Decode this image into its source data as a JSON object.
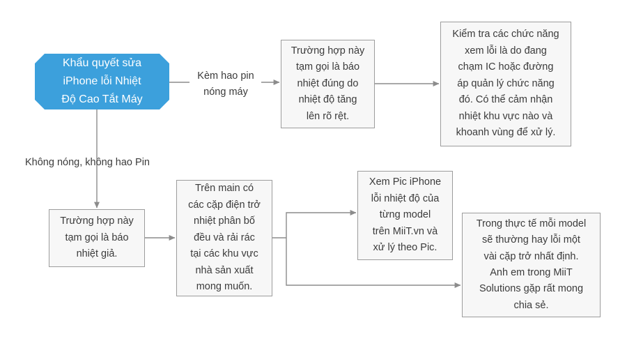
{
  "diagram": {
    "title": "Khau quyet sua iPhone loi Nhiet Do Cao Tat May",
    "background_color": "#ffffff",
    "accent_color": "#3ca0dc",
    "box_fill_color": "#f7f7f7",
    "box_border_color": "#9c9c9c",
    "text_color": "#3b3b3b",
    "connector_color": "#8c8c8c"
  },
  "nodes": {
    "start": {
      "shape": "octagon",
      "text": "Khẩu quyết sửa\niPhone lỗi Nhiệt\nĐộ Cao Tắt Máy"
    },
    "bao_nhiet_dung": {
      "shape": "rectangle",
      "text": "Trường hợp này\ntạm gọi là báo\nnhiệt đúng do\nnhiệt độ tăng\nlên rõ rệt."
    },
    "kiem_tra_chuc_nang": {
      "shape": "rectangle",
      "text": "Kiểm tra các chức năng\nxem lỗi là do đang\nchạm IC hoặc đường\náp quản lý chức năng\nđó. Có thể cảm nhận\nnhiệt khu vực nào và\nkhoanh vùng để xử lý."
    },
    "bao_nhiet_gia": {
      "shape": "rectangle",
      "text": "Trường hợp này\ntạm gọi là báo\nnhiệt giả."
    },
    "tren_main": {
      "shape": "rectangle",
      "text": "Trên main có\ncác cặp điện trở\nnhiệt phân bố\nđều và rải rác\ntại các khu vực\nnhà sản xuất\nmong muốn."
    },
    "xem_pic": {
      "shape": "rectangle",
      "text": "Xem Pic iPhone\nlỗi nhiệt độ của\ntừng model\ntrên MiiT.vn và\nxử lý theo Pic."
    },
    "trong_thuc_te": {
      "shape": "rectangle",
      "text": "Trong thực tế mỗi model\nsẽ thường hay lỗi một\nvài cặp trở nhất định.\nAnh em trong MiiT\nSolutions gặp rất mong\nchia sẻ."
    }
  },
  "edge_labels": {
    "kem_hao_pin": "Kèm hao pin\nnóng máy",
    "khong_nong": "Không nóng, không hao Pin"
  }
}
